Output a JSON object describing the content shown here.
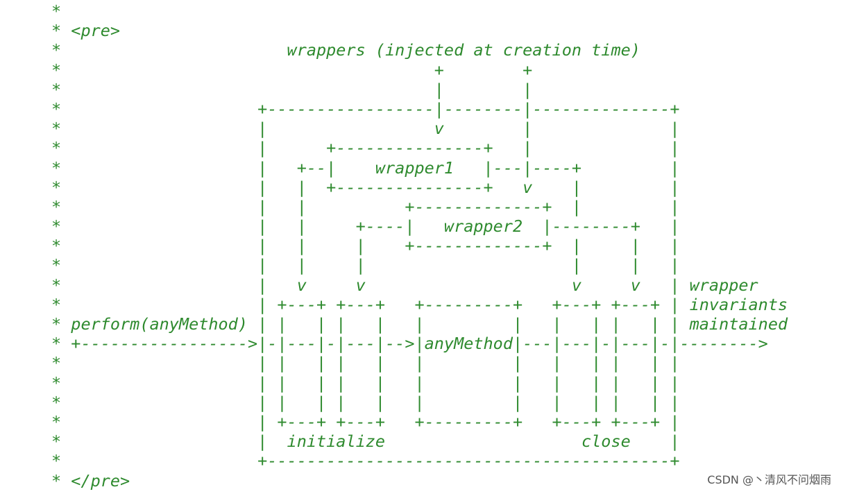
{
  "code": {
    "lines": [
      "*",
      "* <pre>",
      "*                       wrappers (injected at creation time)",
      "*                                      +        +",
      "*                                      |        |",
      "*                    +-----------------|--------|--------------+",
      "*                    |                 v        |              |",
      "*                    |      +---------------+   |              |",
      "*                    |   +--|    wrapper1   |---|----+         |",
      "*                    |   |  +---------------+   v    |         |",
      "*                    |   |          +-------------+  |         |",
      "*                    |   |     +----|   wrapper2  |--------+   |",
      "*                    |   |     |    +-------------+  |     |   |",
      "*                    |   |     |                     |     |   |",
      "*                    |   v     v                     v     v   | wrapper",
      "*                    | +---+ +---+   +---------+   +---+ +---+ | invariants",
      "* perform(anyMethod) | |   | |   |   |         |   |   | |   | | maintained",
      "* +----------------->|-|---|-|---|-->|anyMethod|---|---|-|---|-|-------->",
      "*                    | |   | |   |   |         |   |   | |   | |",
      "*                    | |   | |   |   |         |   |   | |   | |",
      "*                    | |   | |   |   |         |   |   | |   | |",
      "*                    | +---+ +---+   +---------+   +---+ +---+ |",
      "*                    |  initialize                    close    |",
      "*                    +-----------------------------------------+",
      "* </pre>"
    ]
  },
  "watermark": {
    "text": "CSDN @丶清风不问烟雨"
  }
}
